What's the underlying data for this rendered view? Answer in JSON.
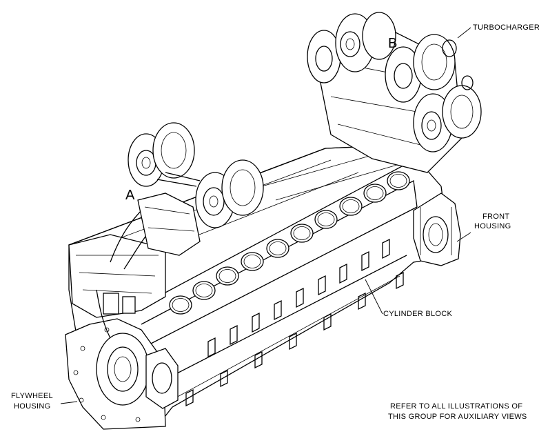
{
  "labels": {
    "turbocharger": "TURBOCHARGER",
    "front_housing_line1": "FRONT",
    "front_housing_line2": "HOUSING",
    "cylinder_block": "CYLINDER BLOCK",
    "flywheel_housing_line1": "FLYWHEEL",
    "flywheel_housing_line2": "HOUSING",
    "callout_a": "A",
    "callout_b": "B"
  },
  "note": {
    "line1": "REFER TO ALL ILLUSTRATIONS OF",
    "line2": "THIS GROUP FOR AUXILIARY VIEWS"
  }
}
